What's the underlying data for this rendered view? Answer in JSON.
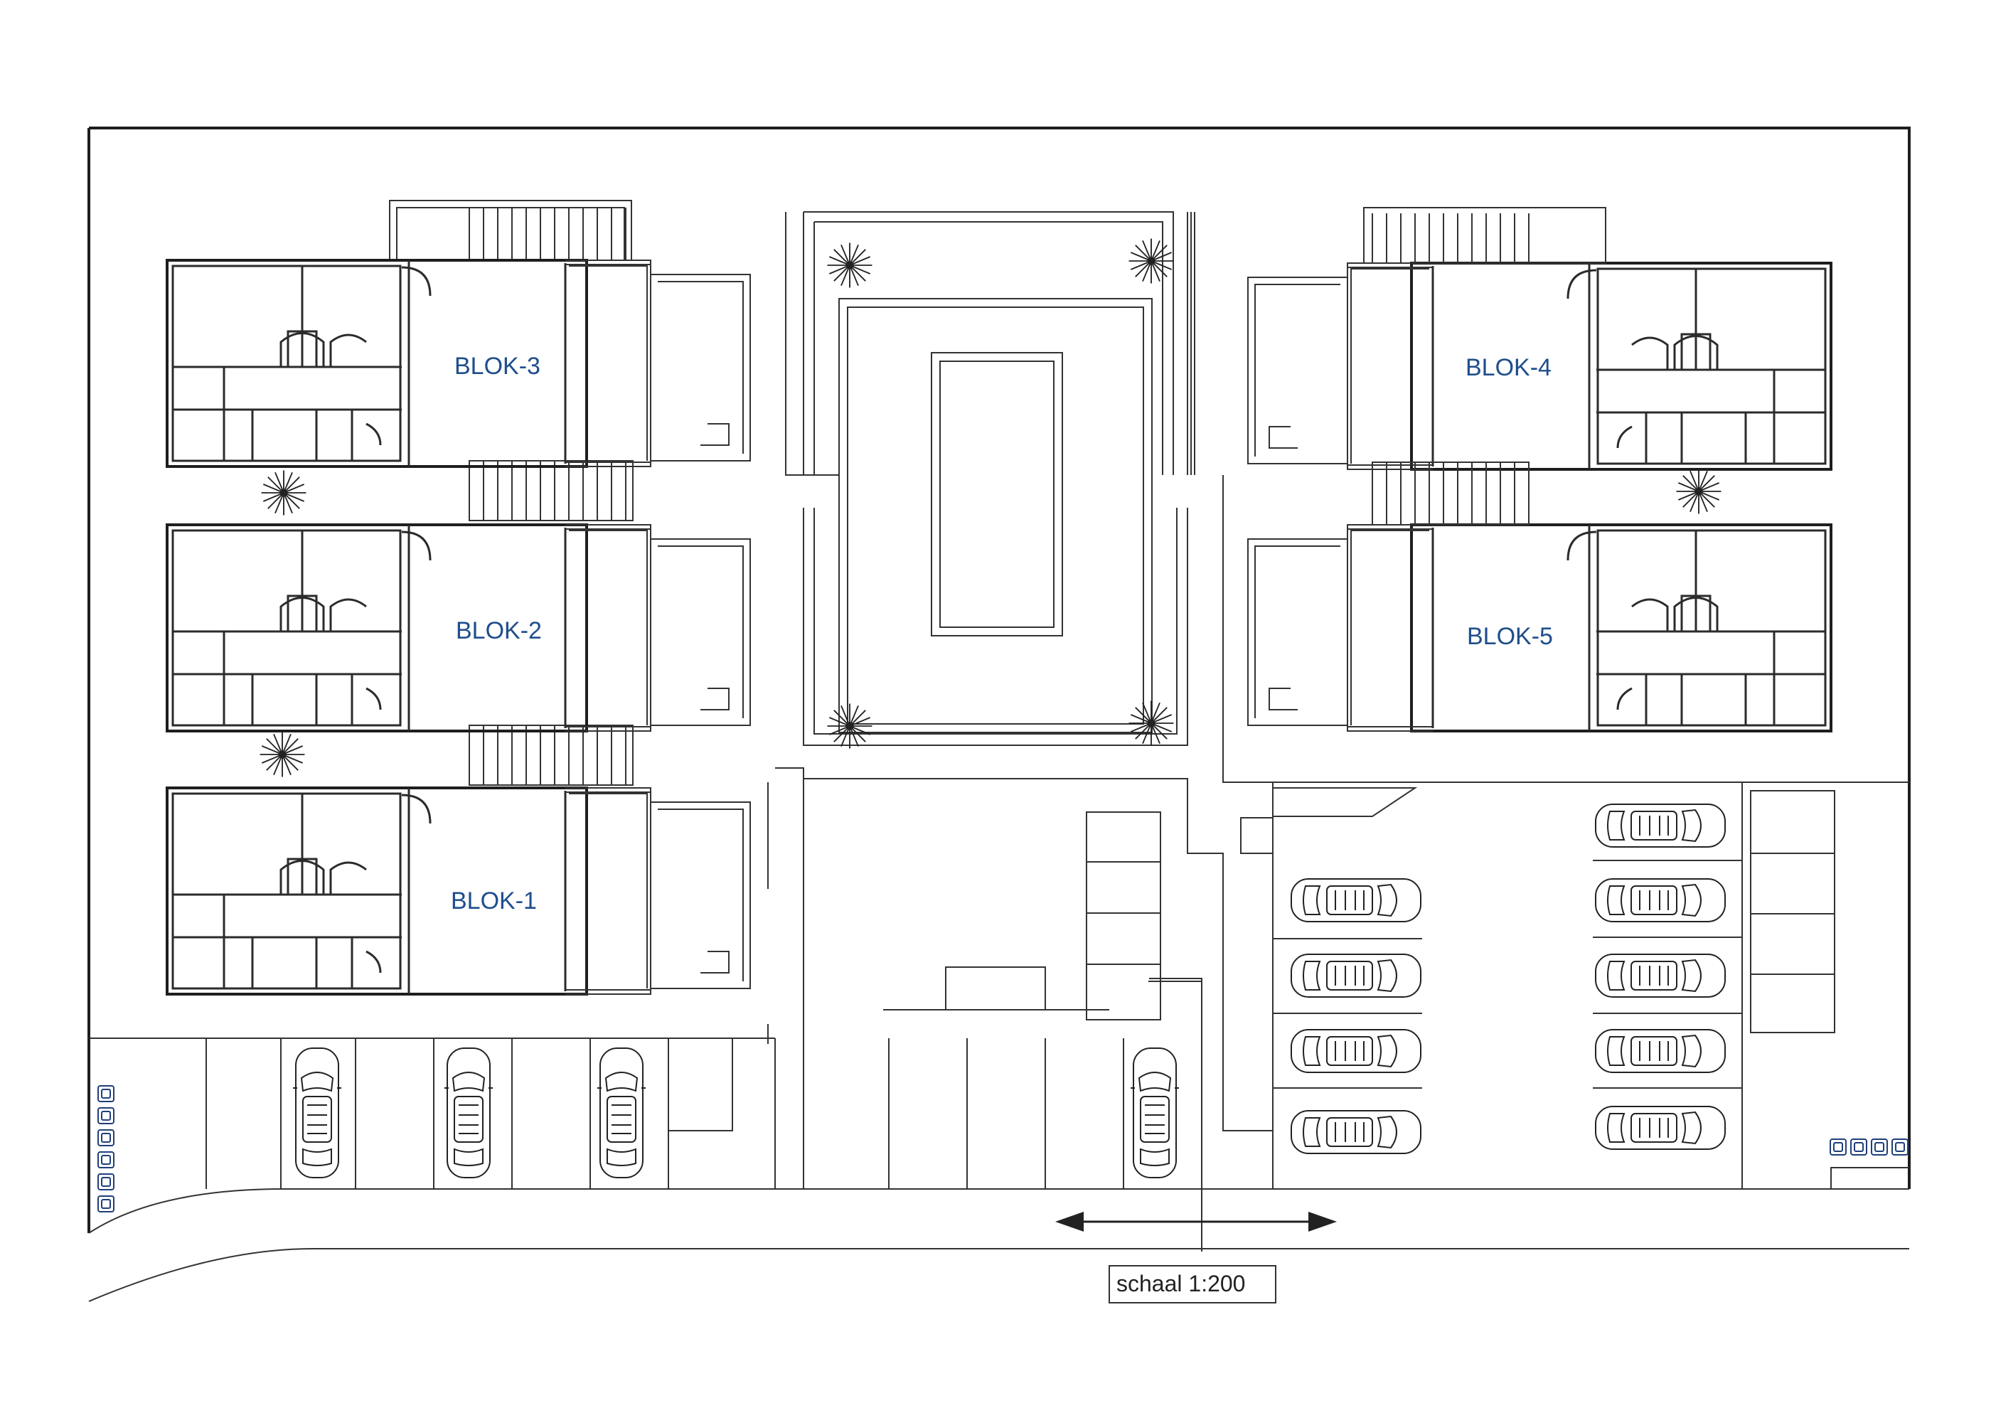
{
  "blocks": [
    {
      "id": "blok-3",
      "label": "BLOK-3"
    },
    {
      "id": "blok-2",
      "label": "BLOK-2"
    },
    {
      "id": "blok-1",
      "label": "BLOK-1"
    },
    {
      "id": "blok-4",
      "label": "BLOK-4"
    },
    {
      "id": "blok-5",
      "label": "BLOK-5"
    }
  ],
  "scale": {
    "label": "schaal 1:200"
  },
  "icons": {
    "palm": "palm-tree-icon",
    "car": "car-icon",
    "bin": "waste-bin-icon",
    "arrow": "double-arrow-icon"
  }
}
